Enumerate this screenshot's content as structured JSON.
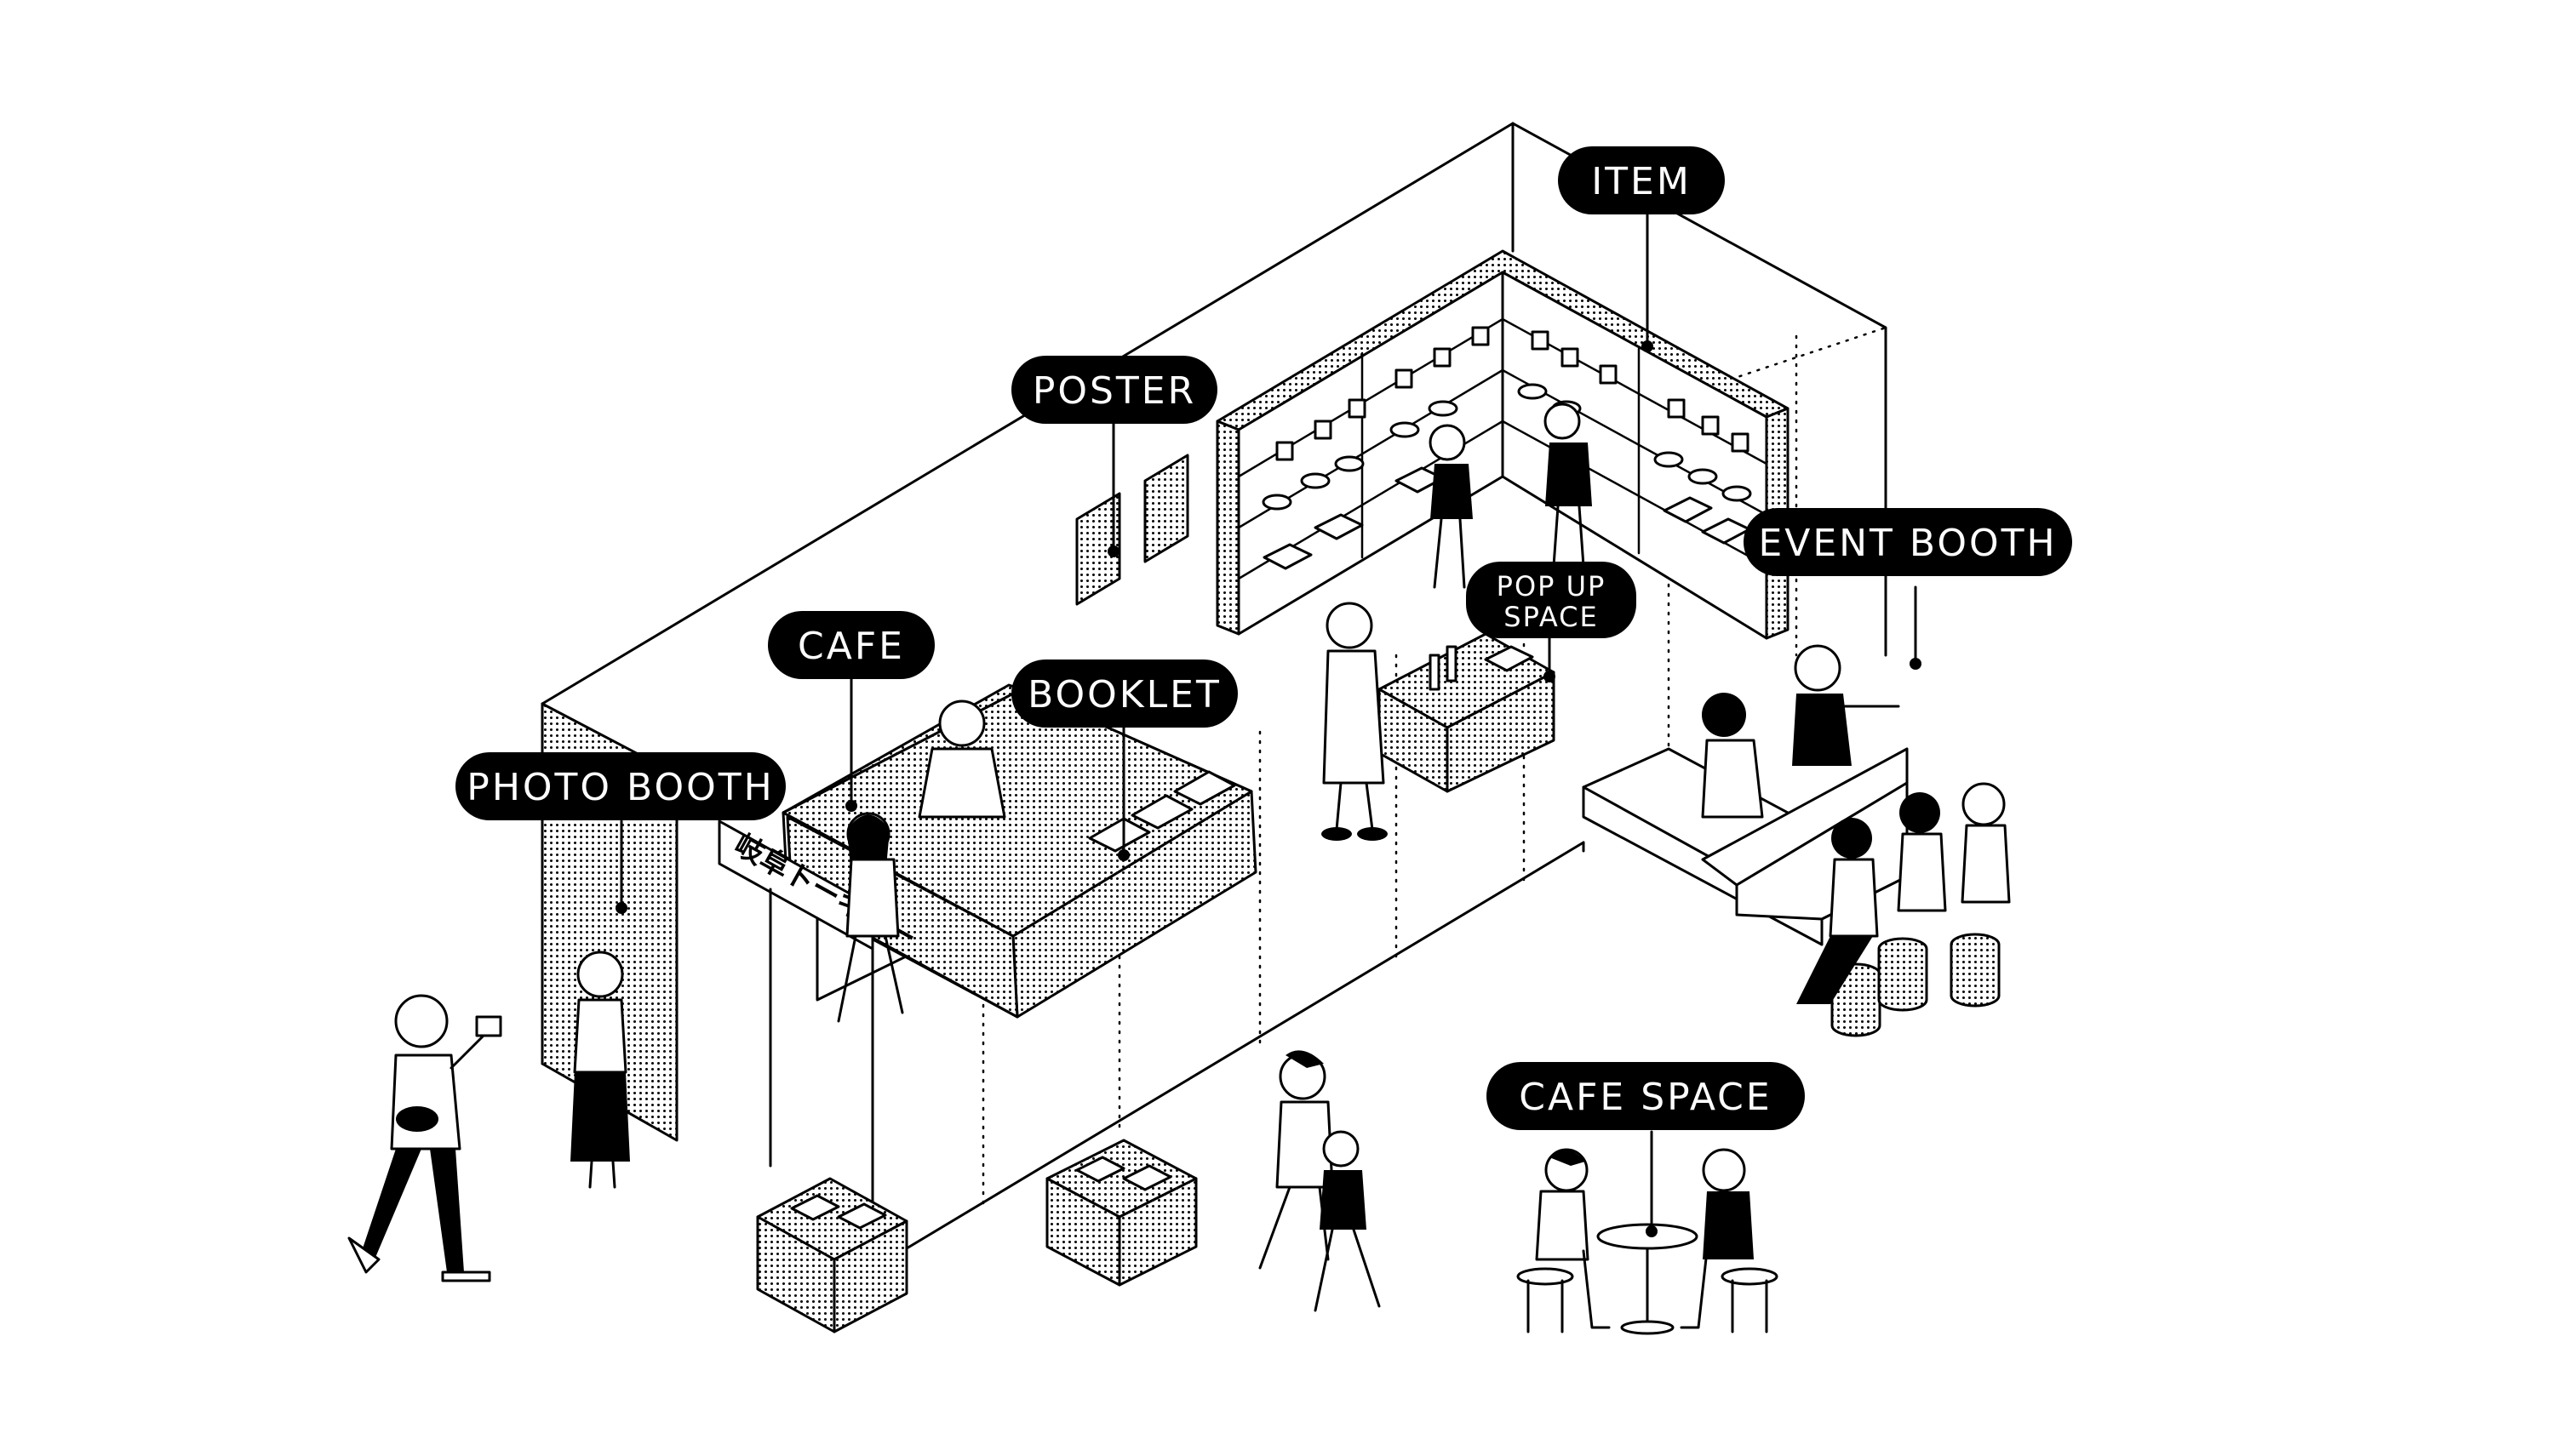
{
  "labels": {
    "item": "ITEM",
    "poster": "POSTER",
    "event_booth": "EVENT BOOTH",
    "pop_up_line1": "POP UP",
    "pop_up_line2": "SPACE",
    "cafe": "CAFE",
    "booklet": "BOOKLET",
    "photo_booth": "PHOTO BOOTH",
    "cafe_space": "CAFE SPACE"
  },
  "sign": {
    "text": "岐阜トーキョー"
  },
  "colors": {
    "ink": "#000000",
    "paper": "#ffffff"
  }
}
